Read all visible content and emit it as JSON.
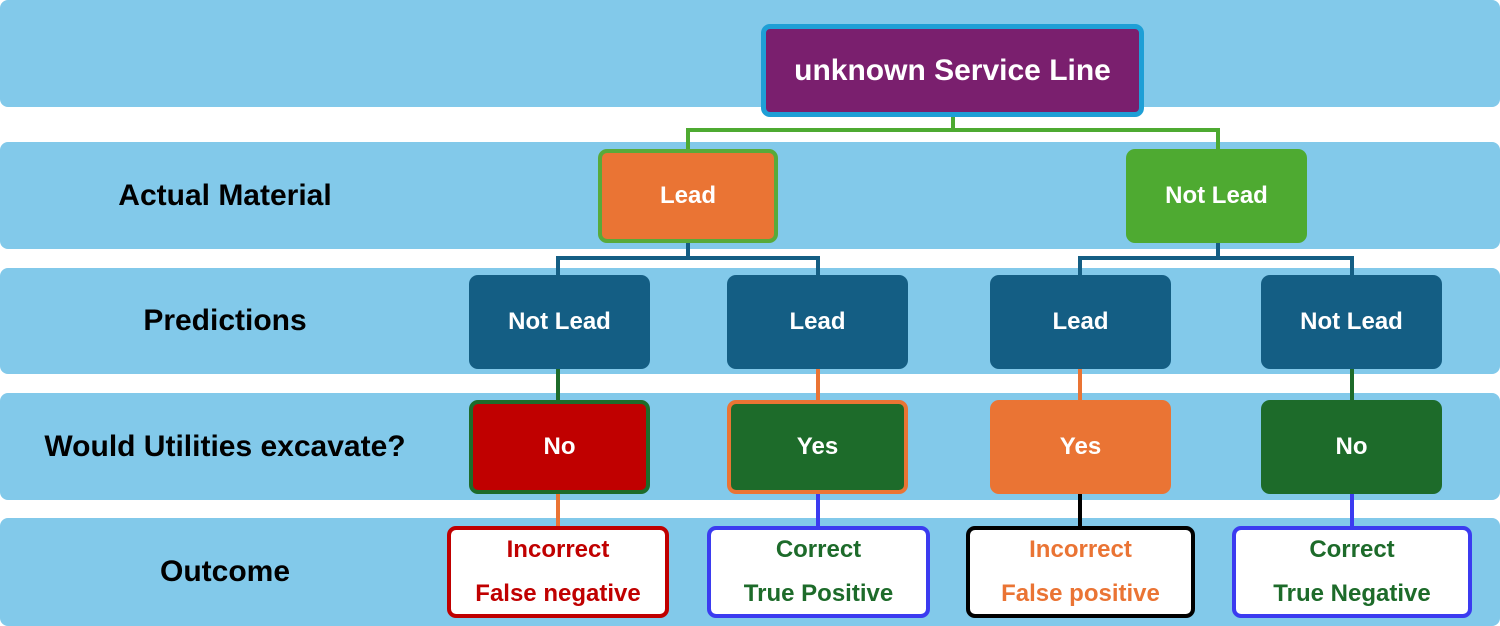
{
  "root": {
    "label": "unknown Service Line"
  },
  "rows": {
    "actual_material": "Actual Material",
    "predictions": "Predictions",
    "excavate": "Would Utilities excavate?",
    "outcome": "Outcome"
  },
  "actual": [
    {
      "label": "Lead",
      "color": "#EA7434",
      "border": "#58AA3A"
    },
    {
      "label": "Not Lead",
      "color": "#4EAA31",
      "border": "#4EAA31"
    }
  ],
  "predictions": [
    {
      "label": "Not Lead",
      "color": "#145E84"
    },
    {
      "label": "Lead",
      "color": "#145E84"
    },
    {
      "label": "Lead",
      "color": "#145E84"
    },
    {
      "label": "Not Lead",
      "color": "#145E84"
    }
  ],
  "excavate": [
    {
      "label": "No",
      "color": "#C00000",
      "border": "#1D6B2A"
    },
    {
      "label": "Yes",
      "color": "#1D6B2A",
      "border": "#EA7434"
    },
    {
      "label": "Yes",
      "color": "#EA7434",
      "border": "#EA7434"
    },
    {
      "label": "No",
      "color": "#1D6B2A",
      "border": "#1D6B2A"
    }
  ],
  "outcomes": [
    {
      "line1": "Incorrect",
      "line2": "False negative",
      "text_color": "#C00000",
      "border": "#C00000"
    },
    {
      "line1": "Correct",
      "line2": "True Positive",
      "text_color": "#1D6B2A",
      "border": "#3B3BF0"
    },
    {
      "line1": "Incorrect",
      "line2": "False positive",
      "text_color": "#EA7434",
      "border": "#000000"
    },
    {
      "line1": "Correct",
      "line2": "True Negative",
      "text_color": "#1D6B2A",
      "border": "#3B3BF0"
    }
  ],
  "colors": {
    "band": "#82C9EA",
    "root_fill": "#7A1F6E",
    "root_border": "#1E9FD6"
  }
}
